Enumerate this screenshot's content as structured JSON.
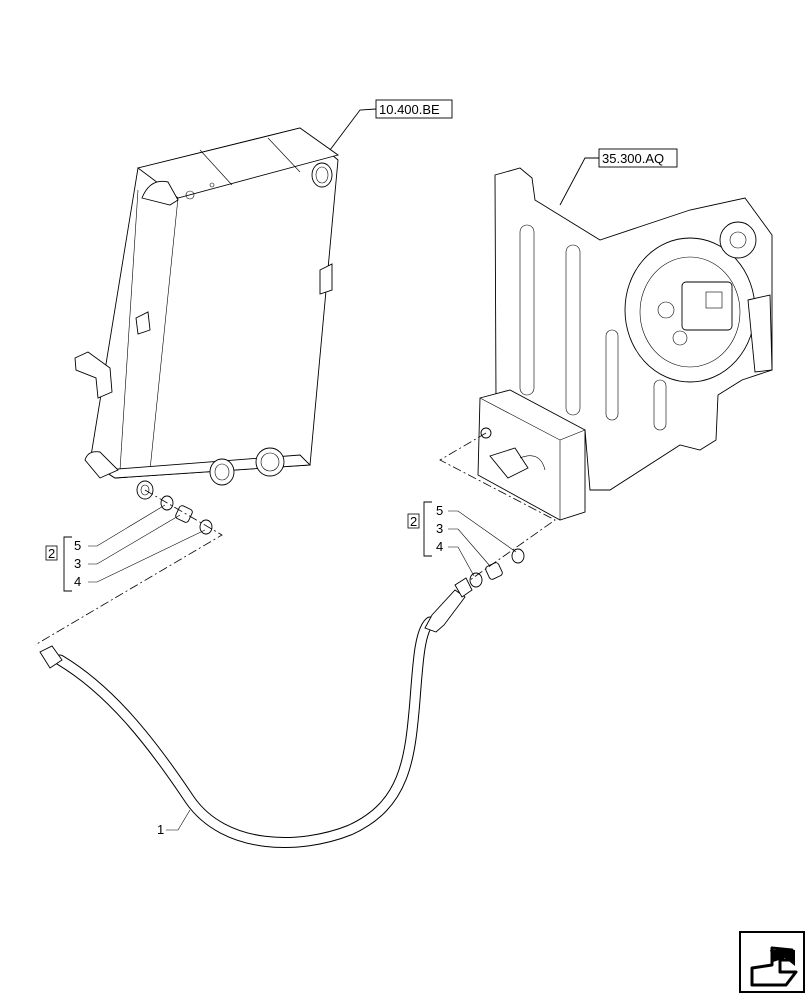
{
  "references": {
    "radiator": "10.400.BE",
    "tank": "35.300.AQ"
  },
  "left_group": {
    "kit": "2",
    "items": [
      "5",
      "3",
      "4"
    ]
  },
  "right_group": {
    "kit": "2",
    "items": [
      "5",
      "3",
      "4"
    ]
  },
  "hose_label": "1",
  "icons": {
    "nav": "return-arrow-icon"
  }
}
